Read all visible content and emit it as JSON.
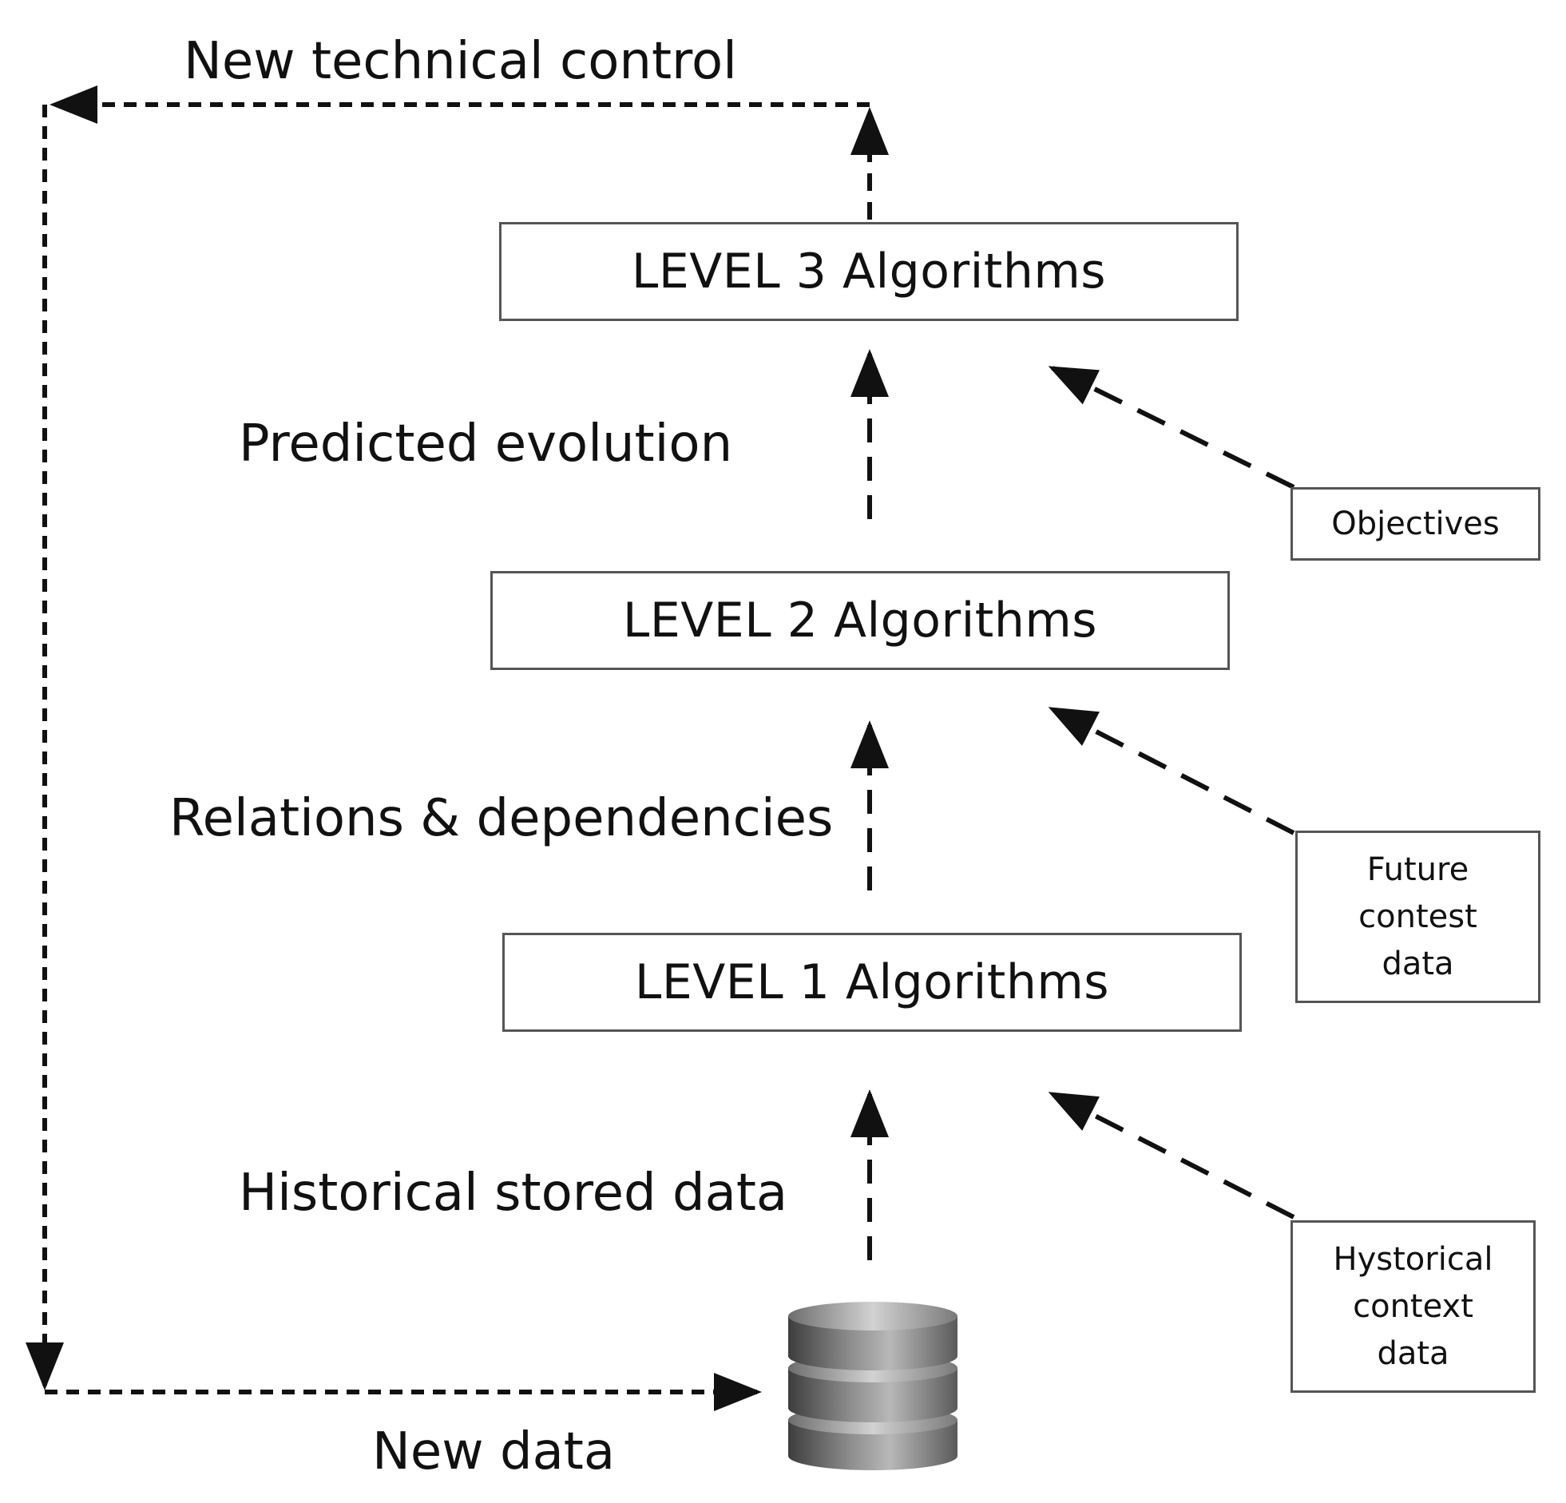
{
  "labels": {
    "new_technical_control": "New technical control",
    "predicted_evolution": "Predicted evolution",
    "relations_dependencies": "Relations & dependencies",
    "historical_stored_data": "Historical stored data",
    "new_data": "New data"
  },
  "levels": {
    "level3": "LEVEL 3 Algorithms",
    "level2": "LEVEL 2 Algorithms",
    "level1": "LEVEL 1 Algorithms"
  },
  "inputs": {
    "objectives": "Objectives",
    "future_context": [
      "Future",
      "contest",
      "data"
    ],
    "historical_context": [
      "Hystorical",
      "context",
      "data"
    ]
  },
  "colors": {
    "line": "#111111",
    "box_border": "#555555",
    "database_dark": "#4a4a4a",
    "database_light": "#b5b5b5"
  }
}
